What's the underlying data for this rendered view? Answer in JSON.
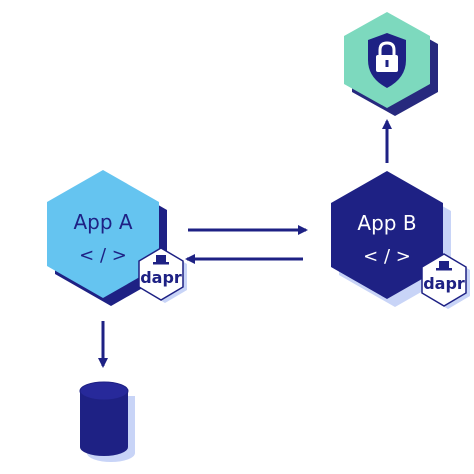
{
  "colors": {
    "navy": "#1e2184",
    "light_blue": "#65c4f0",
    "mint": "#7dd9be",
    "shadow_navy": "#27297e",
    "shadow_light": "#c8d4f7",
    "white": "#ffffff"
  },
  "app_a": {
    "title": "App A",
    "code": "< / >",
    "sidecar_label": "dapr"
  },
  "app_b": {
    "title": "App B",
    "code": "< / >",
    "sidecar_label": "dapr"
  },
  "icons": {
    "security": "lock-shield-icon",
    "database": "database-icon"
  }
}
